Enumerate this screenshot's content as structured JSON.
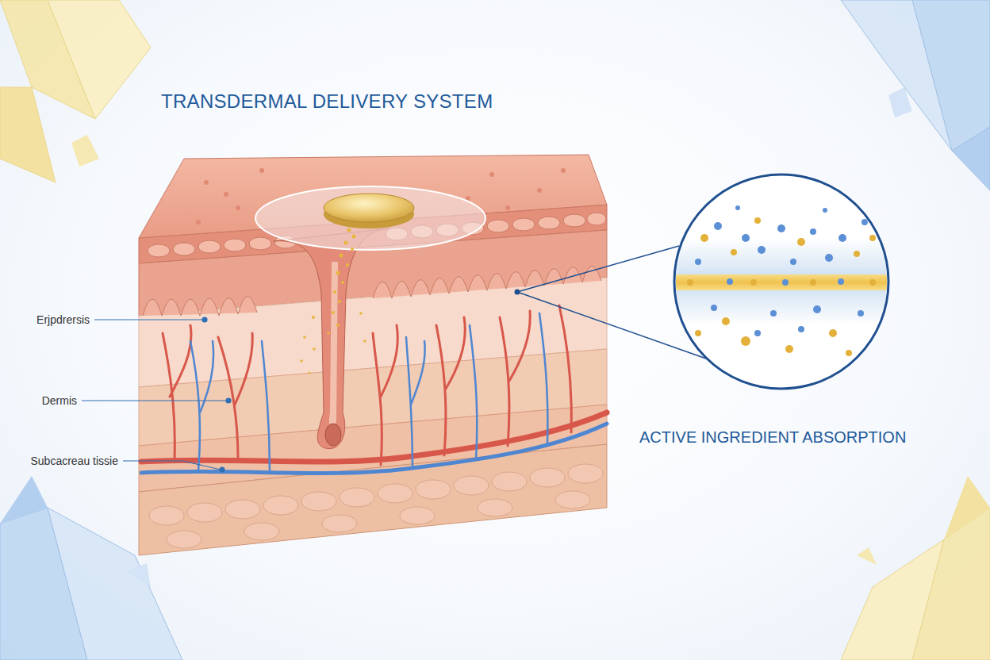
{
  "diagram": {
    "title": "TRANSDERMAL DELIVERY SYSTEM",
    "labels": [
      "Erjpdrersis",
      "Dermis",
      "Subcacreau tissie",
      "ACTIVE INGREDIENT ABSORPTION"
    ]
  }
}
